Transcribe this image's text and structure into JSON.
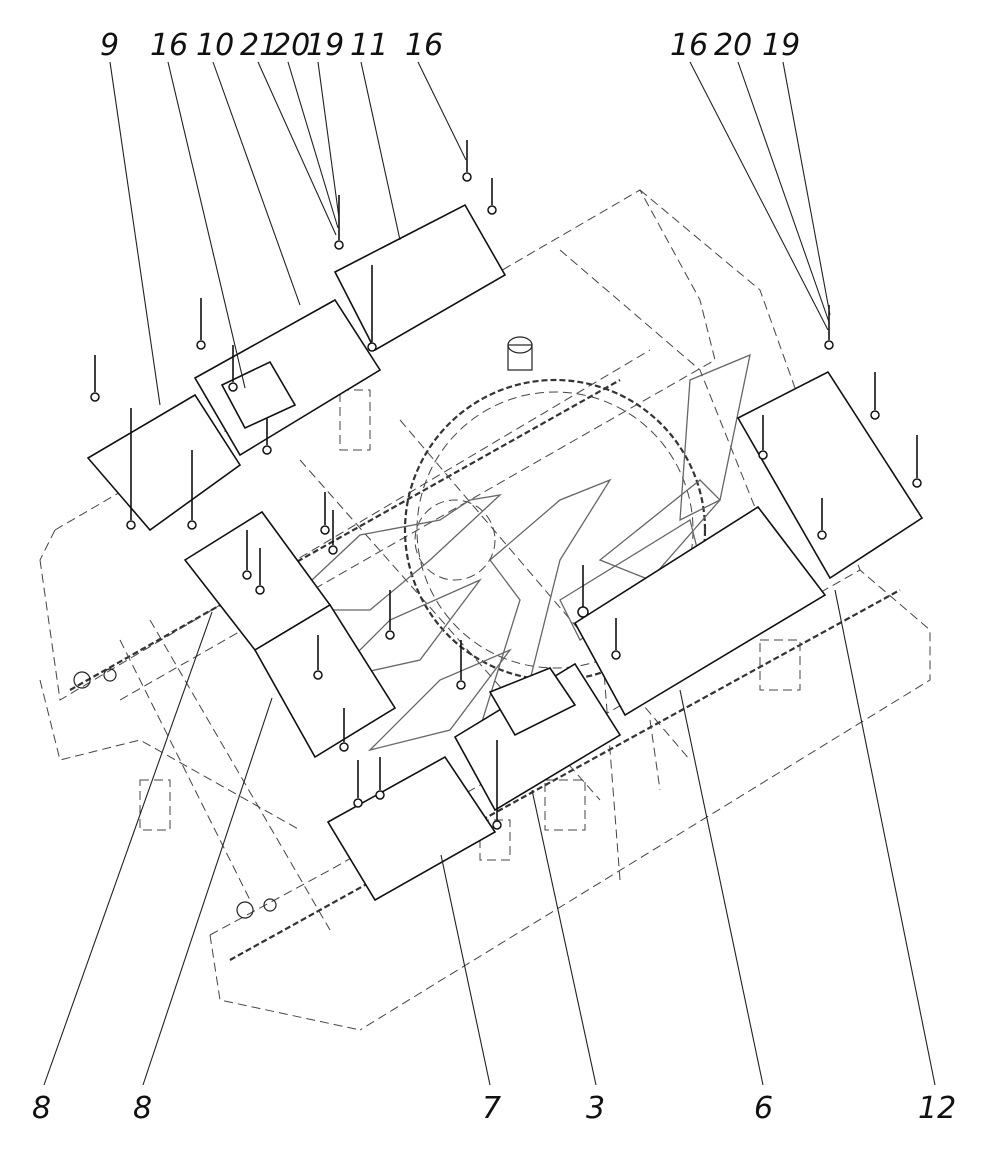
{
  "diagram": {
    "callouts_top": [
      "9",
      "16",
      "10",
      "21",
      "20",
      "19",
      "11",
      "16",
      "16",
      "20",
      "19"
    ],
    "callouts_bottom": [
      "8",
      "8",
      "7",
      "3",
      "6",
      "12"
    ]
  }
}
